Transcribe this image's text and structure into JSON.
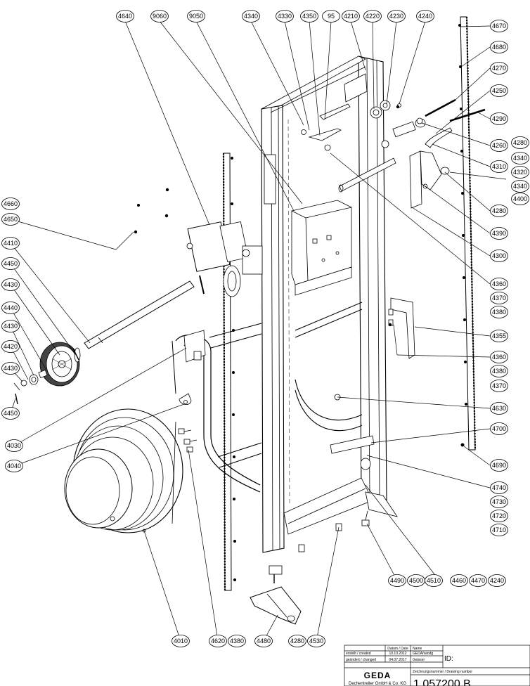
{
  "callouts": [
    "4640",
    "9060",
    "9050",
    "4340",
    "4330",
    "4350",
    "95",
    "4210",
    "4220",
    "4230",
    "4240",
    "4670",
    "4680",
    "4270",
    "4250",
    "4290",
    "4260",
    "4280",
    "4340",
    "4320",
    "4340",
    "4310",
    "4400",
    "4280",
    "4390",
    "4300",
    "4360",
    "4370",
    "4380",
    "4355",
    "4360",
    "4380",
    "4370",
    "4630",
    "4700",
    "4690",
    "4740",
    "4730",
    "4720",
    "4710",
    "4490",
    "4500",
    "4510",
    "4460",
    "4470",
    "4240",
    "4660",
    "4650",
    "4410",
    "4450",
    "4430",
    "4440",
    "4430",
    "4420",
    "4430",
    "4450",
    "4030",
    "4040",
    "4010",
    "4620",
    "4380",
    "4480",
    "4280",
    "4530"
  ],
  "title_block": {
    "col_date": "Datum / Date",
    "col_name": "Name",
    "created_label": "erstellt / created",
    "created_date": "10.10.2012",
    "created_name": "GEDA/sandg",
    "changed_label": "geändert / changed",
    "changed_date": "04.07.2017",
    "changed_name": "Gaisser",
    "id_label": "ID:",
    "logo": "GEDA",
    "company": "Dechentreiter GmbH & Co. KG",
    "drawing_number_label": "Zeichnungsnummer / Drawing number",
    "drawing_number": "1.057200 B"
  }
}
